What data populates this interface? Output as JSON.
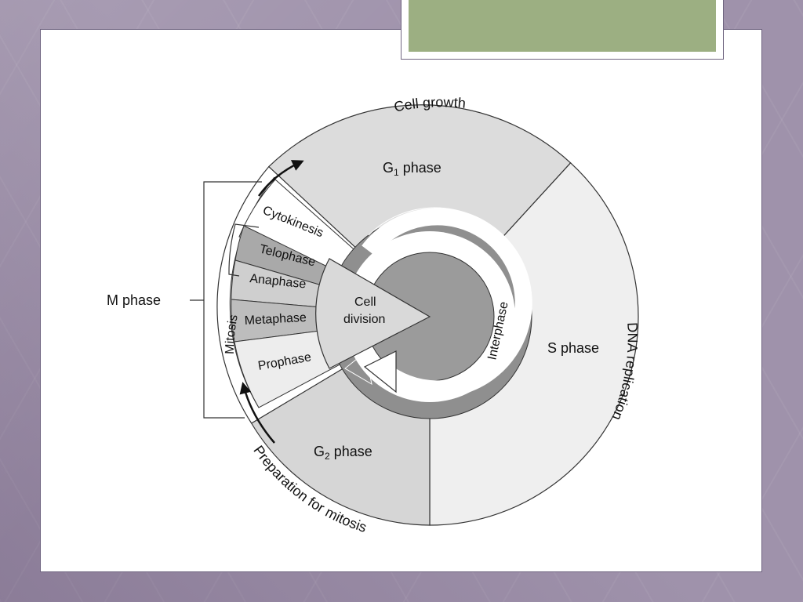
{
  "diagram": {
    "outer_labels": {
      "cell_growth": "Cell growth",
      "dna_replication": "DNA replication",
      "preparation": "Preparation for mitosis",
      "mitosis": "Mitosis"
    },
    "phases": {
      "g1": {
        "main": "G",
        "sub": "1",
        "suffix": " phase"
      },
      "s": "S phase",
      "g2": {
        "main": "G",
        "sub": "2",
        "suffix": "  phase"
      },
      "m": "M phase"
    },
    "mitosis_stages": [
      "Cytokinesis",
      "Telophase",
      "Anaphase",
      "Metaphase",
      "Prophase"
    ],
    "center": {
      "line1": "Cell",
      "line2": "division"
    },
    "interphase": "Interphase"
  },
  "colors": {
    "background": "#9f92ab",
    "panel": "#ffffff",
    "title_fill": "#9caf82",
    "g1_fill": "#dcdcdc",
    "s_fill": "#efefef",
    "g2_fill": "#d6d6d6",
    "ring": "#8f8f8f",
    "core": "#9b9b9b",
    "stroke": "#333333"
  }
}
